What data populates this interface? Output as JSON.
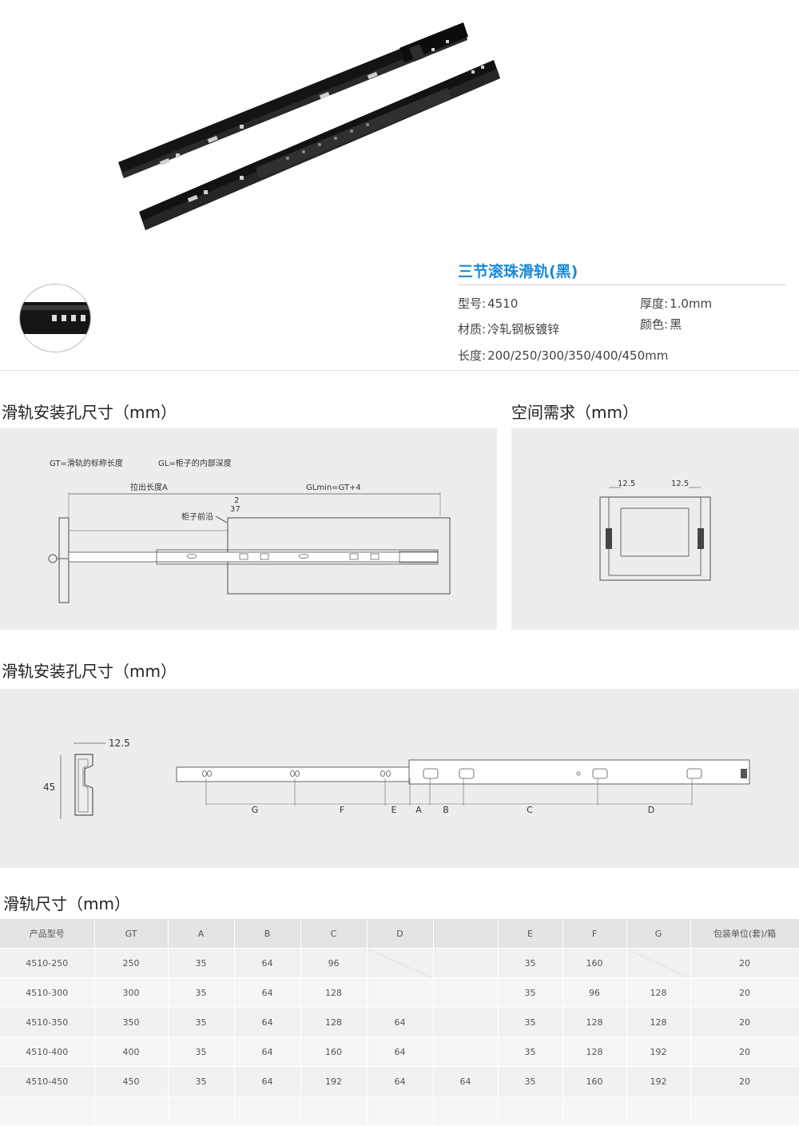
{
  "product": {
    "title": "三节滚珠滑轨(黑)",
    "model_label": "型号:",
    "model_value": "4510",
    "thickness_label": "厚度:",
    "thickness_value": "1.0mm",
    "material_label": "材质:",
    "material_value": "冷轧钢板镀锌",
    "color_label": "颜色:",
    "color_value": "黑",
    "length_label": "长度:",
    "length_value": "200/250/300/350/400/450mm"
  },
  "install_diagram": {
    "title": "滑轨安装孔尺寸（mm）",
    "gt_def": "GT=滑轨的标称长度",
    "gl_def": "GL=柜子的内部深度",
    "pull_len": "拉出长度A",
    "glmin": "GLmin=GT+4",
    "dim_2": "2",
    "dim_37": "37",
    "cabinet_front": "柜子前沿"
  },
  "space_diagram": {
    "title": "空间需求（mm）",
    "left_gap": "12.5",
    "right_gap": "12.5"
  },
  "hole_diagram": {
    "title": "滑轨安装孔尺寸（mm）",
    "width": "12.5",
    "height": "45",
    "labels": [
      "G",
      "F",
      "E",
      "A",
      "B",
      "C",
      "D"
    ]
  },
  "size_table": {
    "title": "滑轨尺寸（mm）",
    "headers": [
      "产品型号",
      "GT",
      "A",
      "B",
      "C",
      "D",
      "",
      "E",
      "F",
      "G",
      "包装单位(套)/箱"
    ],
    "rows": [
      [
        "4510-250",
        "250",
        "35",
        "64",
        "96",
        "",
        "",
        "35",
        "160",
        "",
        "20"
      ],
      [
        "4510-300",
        "300",
        "35",
        "64",
        "128",
        "",
        "",
        "35",
        "96",
        "128",
        "20"
      ],
      [
        "4510-350",
        "350",
        "35",
        "64",
        "128",
        "64",
        "",
        "35",
        "128",
        "128",
        "20"
      ],
      [
        "4510-400",
        "400",
        "35",
        "64",
        "160",
        "64",
        "",
        "35",
        "128",
        "192",
        "20"
      ],
      [
        "4510-450",
        "450",
        "35",
        "64",
        "192",
        "64",
        "64",
        "35",
        "160",
        "192",
        "20"
      ]
    ]
  },
  "colors": {
    "accent": "#1a8ad6",
    "panel": "#ededed",
    "rail": "#111111"
  }
}
